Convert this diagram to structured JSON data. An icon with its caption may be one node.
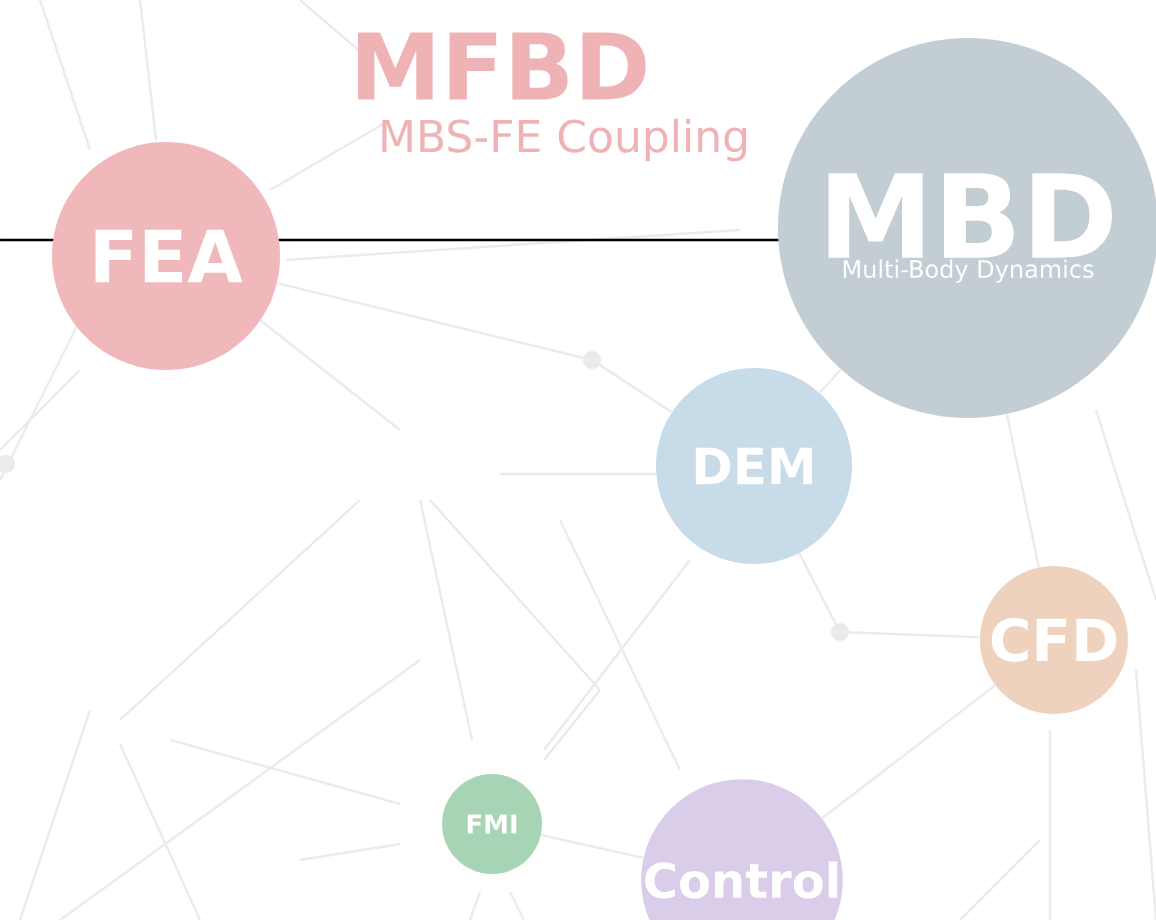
{
  "diagram": {
    "nodes": [
      {
        "text": [
          "FEA"
        ]
      },
      {
        "text": [
          "MBD",
          "Multi-Body Dynamics"
        ]
      },
      {
        "text": [
          "DEM"
        ]
      },
      {
        "text": [
          "CFD"
        ]
      },
      {
        "text": [
          "FMI"
        ]
      },
      {
        "text": [
          "Control"
        ]
      }
    ],
    "edges": [
      {
        "from": 0,
        "to": 2,
        "arrow": "none"
      },
      {
        "from": 1,
        "to": 2,
        "arrow": "none"
      },
      {
        "from": 1,
        "to": 3,
        "arrow": "none"
      },
      {
        "from": 2,
        "to": 3,
        "arrow": "none"
      },
      {
        "from": 3,
        "to": 5,
        "arrow": "none"
      },
      {
        "from": 4,
        "to": 5,
        "arrow": "none"
      }
    ],
    "labels": [
      "MFBD",
      "MBS-FE Coupling"
    ]
  }
}
